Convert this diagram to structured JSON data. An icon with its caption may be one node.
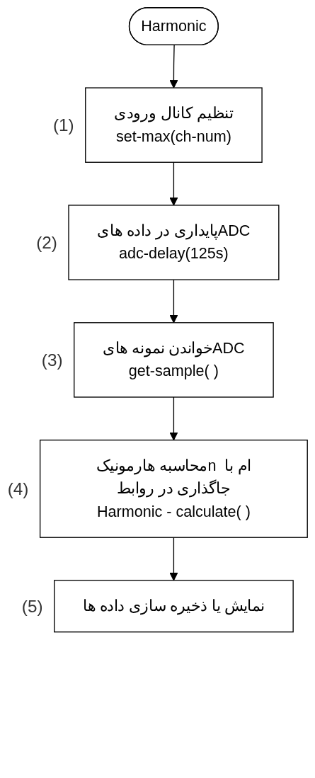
{
  "diagram": {
    "nodes": [
      {
        "text": [
          "Harmonic"
        ]
      },
      {
        "text": [
          "تنظیم کانال ورودی",
          "set-max(ch-num)"
        ],
        "beside": [
          "(1)"
        ]
      },
      {
        "text": [
          "پایداری در داده هایADC",
          "adc-delay(125s)"
        ],
        "beside": [
          "(2)"
        ]
      },
      {
        "text": [
          "خواندن نمونه هایADC",
          "get-sample( )"
        ],
        "beside": [
          "(3)"
        ]
      },
      {
        "text": [
          "محاسبه هارمونیکn ام با جاگذاری در روابط",
          "Harmonic - calculate( )"
        ],
        "beside": [
          "(4)"
        ]
      },
      {
        "text": [
          "نمایش یا ذخیره سازی داده ها"
        ],
        "beside": [
          "(5)"
        ]
      }
    ],
    "edges": [
      {
        "from": 0,
        "to": 1,
        "arrow": "to"
      },
      {
        "from": 1,
        "to": 2,
        "arrow": "to"
      },
      {
        "from": 2,
        "to": 3,
        "arrow": "to"
      },
      {
        "from": 3,
        "to": 4,
        "arrow": "to"
      },
      {
        "from": 4,
        "to": 5,
        "arrow": "to"
      }
    ]
  }
}
